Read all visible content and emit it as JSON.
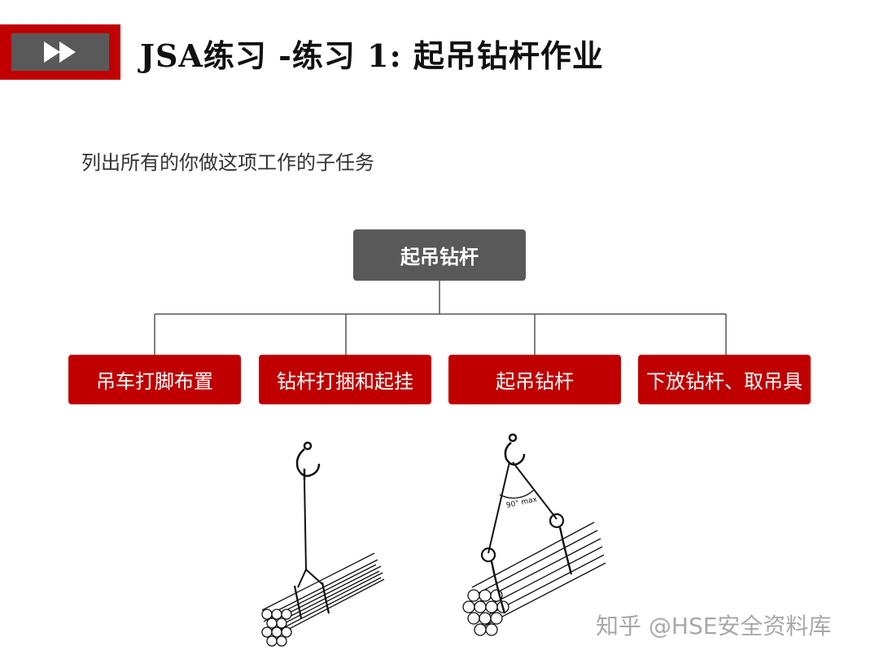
{
  "header": {
    "title": "JSA练习 -练习 1: 起吊钻杆作业",
    "badge_icon": "fast-forward-icon"
  },
  "subtitle": "列出所有的你做这项工作的子任务",
  "tree": {
    "root": "起吊钻杆",
    "children": [
      "吊车打脚布置",
      "钻杆打捆和起挂",
      "起吊钻杆",
      "下放钻杆、取吊具"
    ]
  },
  "illustrations": {
    "left": {
      "icon": "single-hook-lift-icon"
    },
    "right": {
      "icon": "double-sling-lift-icon",
      "angle_label": "90° max"
    }
  },
  "watermark": "知乎 @HSE安全资料库",
  "colors": {
    "accent": "#c00000",
    "dark": "#595959"
  }
}
